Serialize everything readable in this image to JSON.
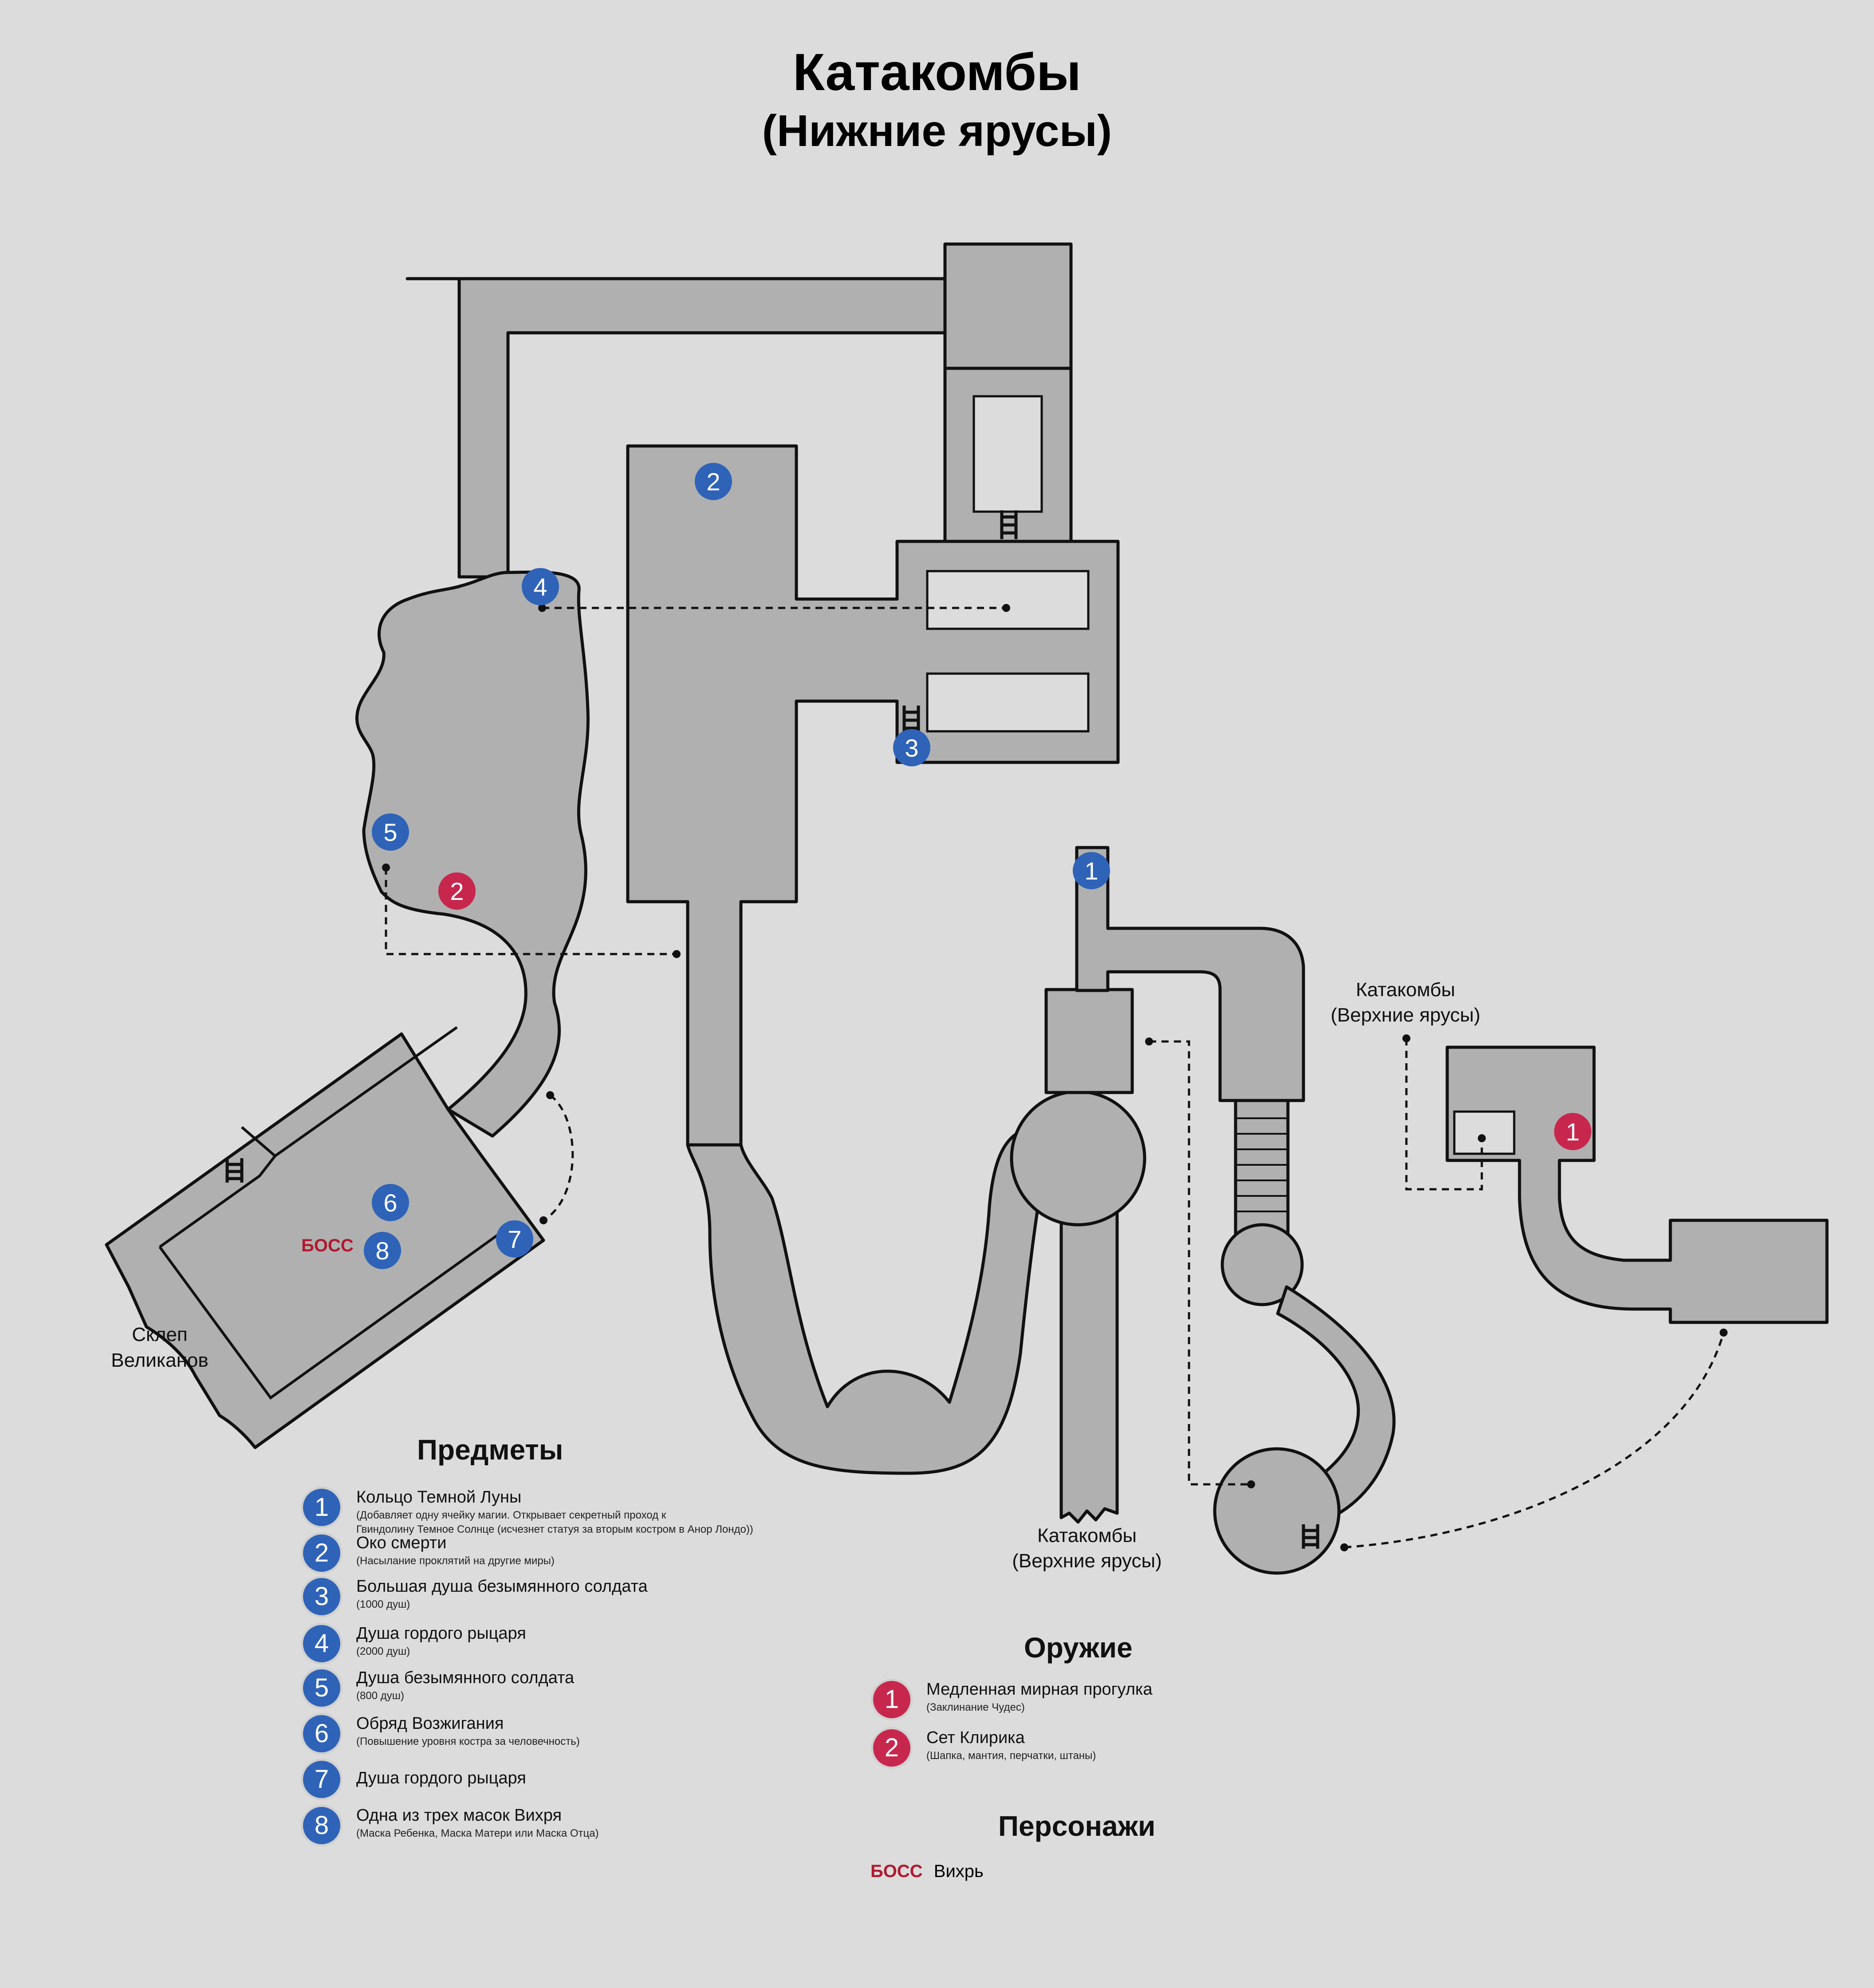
{
  "title": "Катакомбы",
  "subtitle": "(Нижние ярусы)",
  "map_labels": {
    "upper_tiers_right_1": "Катакомбы",
    "upper_tiers_right_2": "(Верхние ярусы)",
    "upper_tiers_bottom_1": "Катакомбы",
    "upper_tiers_bottom_2": "(Верхние ярусы)",
    "tomb_1": "Склеп",
    "tomb_2": "Великанов",
    "boss_tag": "БОСС"
  },
  "map_markers": {
    "items": [
      "1",
      "2",
      "3",
      "4",
      "5",
      "6",
      "7",
      "8"
    ],
    "weapons": [
      "1",
      "2"
    ]
  },
  "colors": {
    "item_badge": "#2f63b8",
    "weapon_badge": "#c8274d",
    "boss": "#b0182e",
    "floor": "#b0b0b0",
    "background": "#dcdcdc"
  },
  "sections": {
    "items": "Предметы",
    "weapons": "Оружие",
    "characters": "Персонажи"
  },
  "items": [
    {
      "num": "1",
      "title": "Кольцо Темной Луны",
      "desc": "(Добавляет одну ячейку магии. Открывает секретный проход к",
      "desc2": "Гвиндолину Темное Солнце (исчезнет статуя за вторым костром в Анор Лондо))"
    },
    {
      "num": "2",
      "title": "Око смерти",
      "desc": "(Насылание проклятий на другие миры)"
    },
    {
      "num": "3",
      "title": "Большая душа безымянного солдата",
      "desc": "(1000 душ)"
    },
    {
      "num": "4",
      "title": "Душа гордого рыцаря",
      "desc": "(2000 душ)"
    },
    {
      "num": "5",
      "title": "Душа безымянного солдата",
      "desc": "(800 душ)"
    },
    {
      "num": "6",
      "title": "Обряд Возжигания",
      "desc": "(Повышение уровня костра за человечность)"
    },
    {
      "num": "7",
      "title": "Душа гордого рыцаря",
      "desc": ""
    },
    {
      "num": "8",
      "title": "Одна из трех масок Вихря",
      "desc": "(Маска Ребенка, Маска Матери или Маска Отца)"
    }
  ],
  "weapons": [
    {
      "num": "1",
      "title": "Медленная мирная прогулка",
      "desc": "(Заклинание Чудес)"
    },
    {
      "num": "2",
      "title": "Сет Клирика",
      "desc": "(Шапка, мантия, перчатки, штаны)"
    }
  ],
  "characters": [
    {
      "tag": "БОСС",
      "name": "Вихрь"
    }
  ]
}
